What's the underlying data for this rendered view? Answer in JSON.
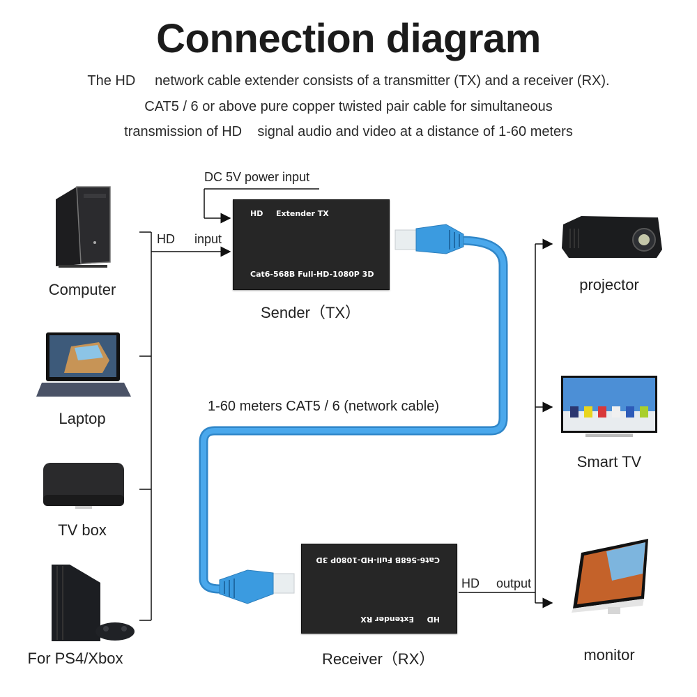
{
  "title": "Connection diagram",
  "description": [
    "The HD     network cable extender consists of a transmitter (TX) and a receiver (RX).",
    "CAT5 / 6 or above pure copper twisted pair cable for simultaneous",
    "transmission of HD    signal audio and video at a distance of 1-60 meters"
  ],
  "sources": [
    {
      "label": "Computer",
      "icon": "desktop-tower-icon"
    },
    {
      "label": "Laptop",
      "icon": "laptop-icon"
    },
    {
      "label": "TV box",
      "icon": "tv-box-icon"
    },
    {
      "label": "For PS4/Xbox",
      "icon": "game-console-icon"
    }
  ],
  "sinks": [
    {
      "label": "projector",
      "icon": "projector-icon"
    },
    {
      "label": "Smart TV",
      "icon": "smart-tv-icon"
    },
    {
      "label": "monitor",
      "icon": "monitor-icon"
    }
  ],
  "sender": {
    "power_label": "DC 5V power input",
    "input_label_hd": "HD",
    "input_label": "input",
    "box_brand": "HD",
    "box_model": "Extender  TX",
    "box_spec": "Cat6-568B Full-HD-1080P 3D",
    "caption": "Sender（TX）"
  },
  "cable": {
    "label": "1-60 meters CAT5 / 6 (network cable)",
    "color": "#3b9be0"
  },
  "receiver": {
    "output_label_hd": "HD",
    "output_label": "output",
    "box_brand": "HD",
    "box_model": "Extender  RX",
    "box_spec": "Cat6-568B Full-HD-1080P 3D",
    "caption": "Receiver（RX）"
  }
}
